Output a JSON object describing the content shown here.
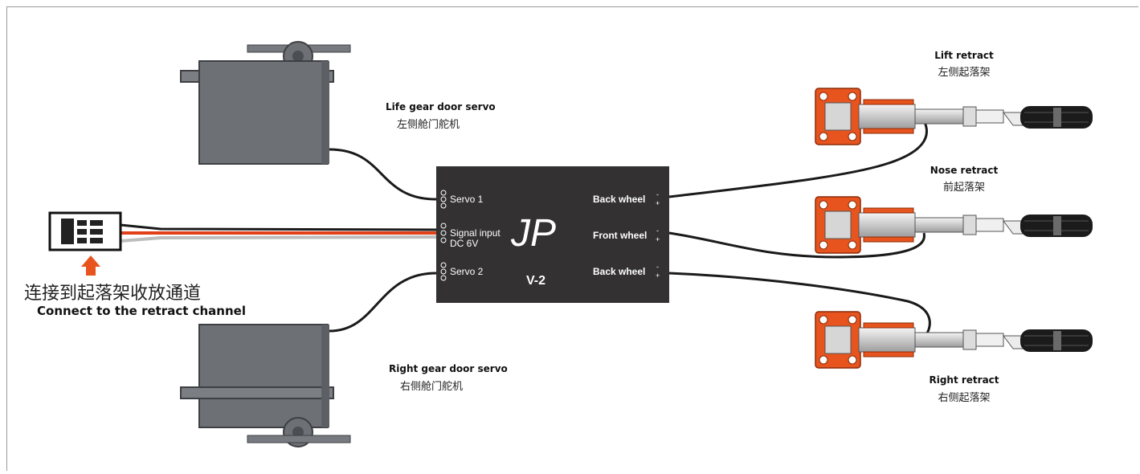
{
  "controller": {
    "logo": "JP",
    "model": "V-2",
    "left_ports": {
      "servo1": "Servo 1",
      "signal_line1": "Signal input",
      "signal_line2": "DC 6V",
      "servo2": "Servo 2"
    },
    "right_ports": {
      "top": "Back wheel",
      "middle": "Front wheel",
      "bottom": "Back wheel"
    }
  },
  "labels": {
    "left_door_servo": {
      "en": "Life gear door servo",
      "zh": "左侧舱门舵机"
    },
    "right_door_servo": {
      "en": "Right gear door servo",
      "zh": "右侧舱门舵机"
    },
    "lift_retract": {
      "en": "Lift retract",
      "zh": "左侧起落架"
    },
    "nose_retract": {
      "en": "Nose retract",
      "zh": "前起落架"
    },
    "right_retract": {
      "en": "Right retract",
      "zh": "右侧起落架"
    },
    "connector": {
      "zh": "连接到起落架收放通道",
      "en": "Connect to the retract channel"
    }
  },
  "colors": {
    "board": "#333131",
    "servo": "#6d7175",
    "retract_mount": "#e8541e",
    "arrow": "#e8541e",
    "signal_wire": "#e0401a",
    "cable": "#1a1a1a"
  }
}
